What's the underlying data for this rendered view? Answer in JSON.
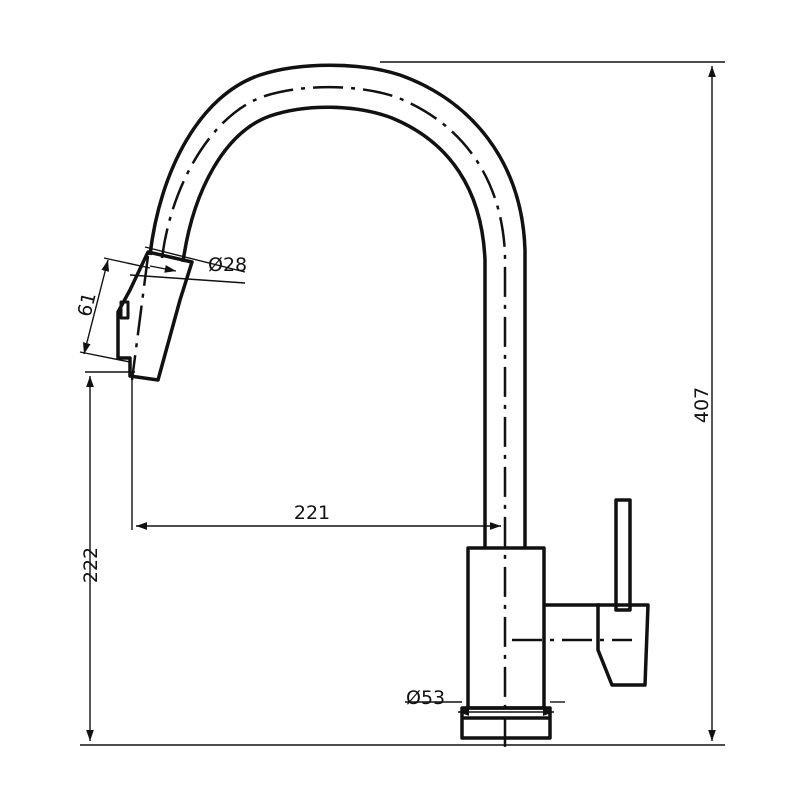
{
  "diagram": {
    "colors": {
      "ink": "#111111",
      "background": "#ffffff"
    },
    "dimensions": {
      "total_height": "407",
      "spout_reach": "221",
      "spout_outlet_height": "222",
      "spray_head_length": "61",
      "spray_head_diameter": "Ø28",
      "base_diameter": "Ø53"
    }
  }
}
